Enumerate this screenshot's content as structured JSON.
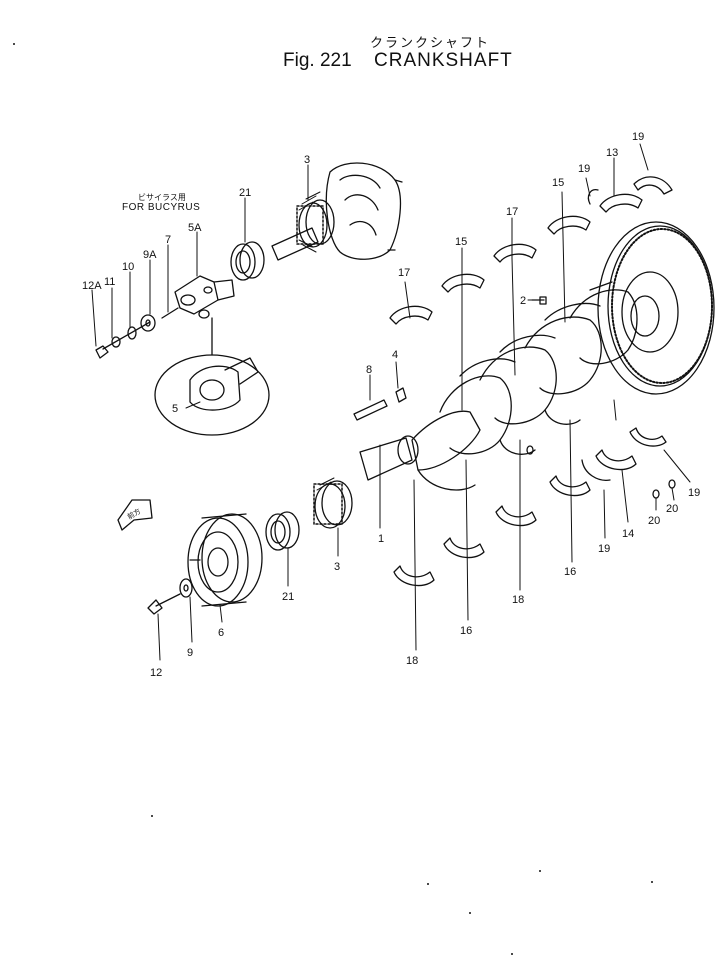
{
  "header": {
    "title_jp": "クランクシャフト",
    "figure": "Fig. 221",
    "title": "CRANKSHAFT"
  },
  "note": {
    "jp": "ビサイラス用",
    "en": "FOR BUCYRUS"
  },
  "front_arrow_label": "前方",
  "callouts": [
    {
      "id": "c-3-top",
      "text": "3"
    },
    {
      "id": "c-21-top",
      "text": "21"
    },
    {
      "id": "c-5a",
      "text": "5A"
    },
    {
      "id": "c-7",
      "text": "7"
    },
    {
      "id": "c-9a",
      "text": "9A"
    },
    {
      "id": "c-10",
      "text": "10"
    },
    {
      "id": "c-11",
      "text": "11"
    },
    {
      "id": "c-12a",
      "text": "12A"
    },
    {
      "id": "c-5",
      "text": "5"
    },
    {
      "id": "c-8",
      "text": "8"
    },
    {
      "id": "c-4",
      "text": "4"
    },
    {
      "id": "c-17-left",
      "text": "17"
    },
    {
      "id": "c-15-left",
      "text": "15"
    },
    {
      "id": "c-17-right",
      "text": "17"
    },
    {
      "id": "c-15-right",
      "text": "15"
    },
    {
      "id": "c-19-top",
      "text": "19"
    },
    {
      "id": "c-13",
      "text": "13"
    },
    {
      "id": "c-19-topright",
      "text": "19"
    },
    {
      "id": "c-2",
      "text": "2"
    },
    {
      "id": "c-1",
      "text": "1"
    },
    {
      "id": "c-3-bottom",
      "text": "3"
    },
    {
      "id": "c-21-bottom",
      "text": "21"
    },
    {
      "id": "c-6",
      "text": "6"
    },
    {
      "id": "c-9",
      "text": "9"
    },
    {
      "id": "c-12",
      "text": "12"
    },
    {
      "id": "c-18-left",
      "text": "18"
    },
    {
      "id": "c-16-mid",
      "text": "16"
    },
    {
      "id": "c-18-mid",
      "text": "18"
    },
    {
      "id": "c-16-right",
      "text": "16"
    },
    {
      "id": "c-19-bottom",
      "text": "19"
    },
    {
      "id": "c-14",
      "text": "14"
    },
    {
      "id": "c-20-a",
      "text": "20"
    },
    {
      "id": "c-20-b",
      "text": "20"
    },
    {
      "id": "c-19-right",
      "text": "19"
    }
  ]
}
